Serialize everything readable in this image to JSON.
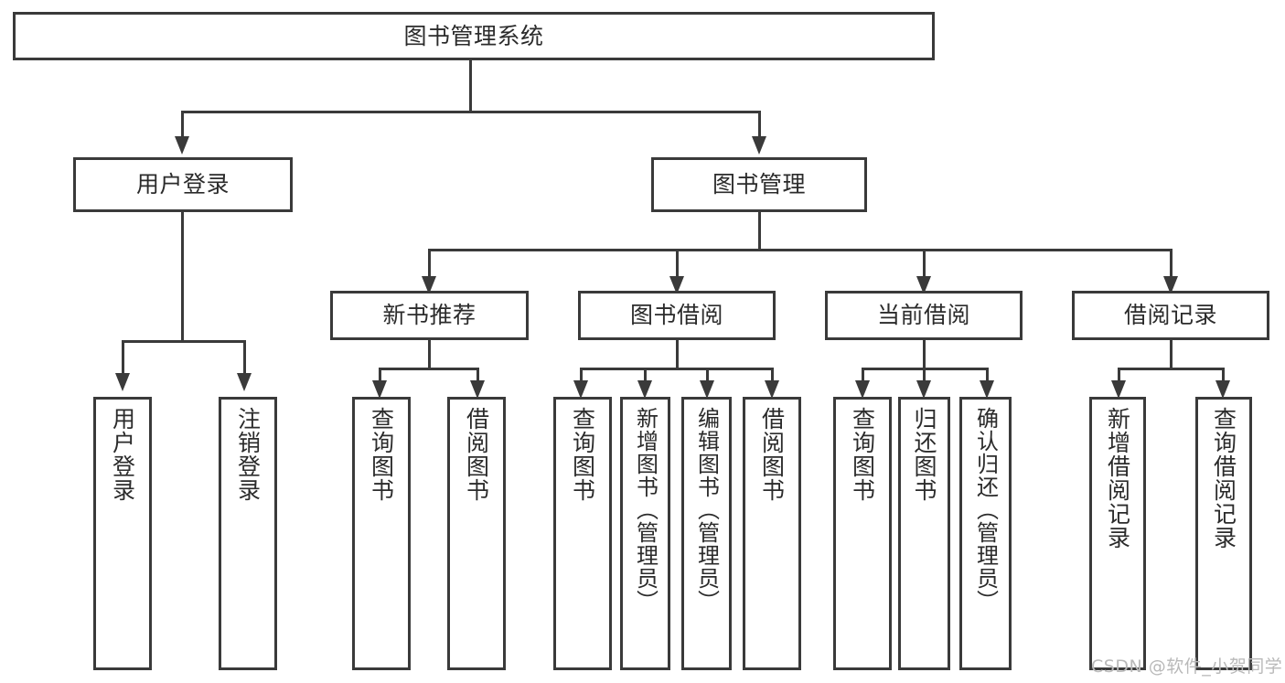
{
  "diagram": {
    "type": "tree",
    "title": "图书管理系统",
    "root": {
      "id": "root",
      "label": "图书管理系统"
    },
    "level2": [
      {
        "id": "user-login",
        "label": "用户登录"
      },
      {
        "id": "book-management",
        "label": "图书管理"
      }
    ],
    "level3": [
      {
        "id": "new-book-recommend",
        "label": "新书推荐"
      },
      {
        "id": "book-borrow",
        "label": "图书借阅"
      },
      {
        "id": "current-borrow",
        "label": "当前借阅"
      },
      {
        "id": "borrow-record",
        "label": "借阅记录"
      }
    ],
    "leaves": {
      "user_login": [
        {
          "id": "leaf-user-login",
          "label": "用户登录"
        },
        {
          "id": "leaf-user-logout",
          "label": "注销登录"
        }
      ],
      "new_book_recommend": [
        {
          "id": "leaf-query-book-1",
          "label": "查询图书"
        },
        {
          "id": "leaf-borrow-book-1",
          "label": "借阅图书"
        }
      ],
      "book_borrow": [
        {
          "id": "leaf-query-book-2",
          "label": "查询图书"
        },
        {
          "id": "leaf-add-book",
          "label": "新增图书（管理员）"
        },
        {
          "id": "leaf-edit-book",
          "label": "编辑图书（管理员）"
        },
        {
          "id": "leaf-borrow-book-2",
          "label": "借阅图书"
        }
      ],
      "current_borrow": [
        {
          "id": "leaf-query-book-3",
          "label": "查询图书"
        },
        {
          "id": "leaf-return-book",
          "label": "归还图书"
        },
        {
          "id": "leaf-confirm-return",
          "label": "确认归还（管理员）"
        }
      ],
      "borrow_record": [
        {
          "id": "leaf-add-record",
          "label": "新增借阅记录"
        },
        {
          "id": "leaf-query-record",
          "label": "查询借阅记录"
        }
      ]
    }
  },
  "watermark": {
    "text": "CSDN @软件_小贺同学"
  },
  "colors": {
    "stroke": "#3a3a3a",
    "text": "#2b2b2b",
    "background": "#ffffff",
    "watermark": "#b9b9b9"
  }
}
